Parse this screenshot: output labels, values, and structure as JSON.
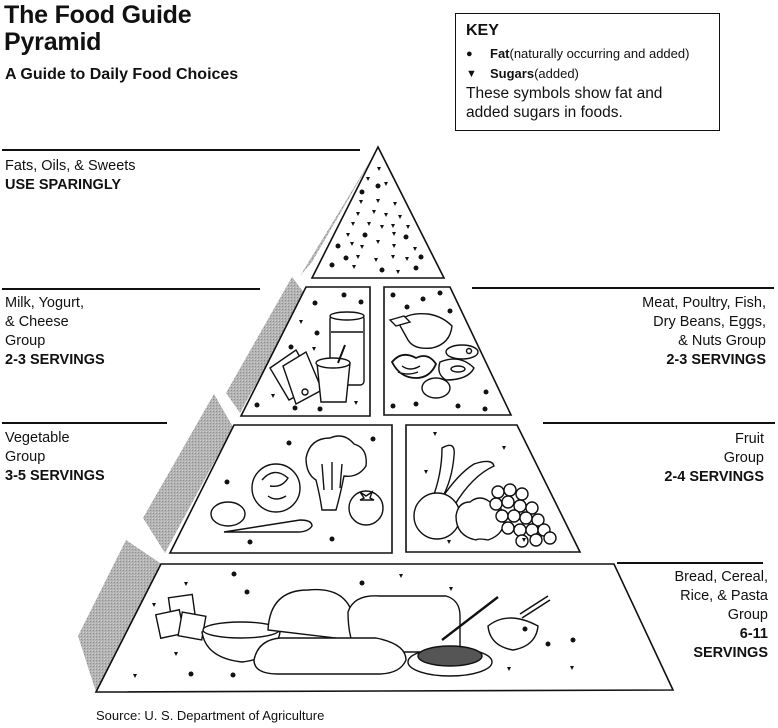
{
  "header": {
    "title_line1": "The Food Guide",
    "title_line2": "Pyramid",
    "subtitle": "A Guide to Daily Food Choices"
  },
  "key": {
    "title": "KEY",
    "items": [
      {
        "symbol": "fat-dot-icon",
        "glyph": "●",
        "bold": "Fat",
        "text": " (naturally occurring and added)"
      },
      {
        "symbol": "sugar-triangle-icon",
        "glyph": "▼",
        "bold": "Sugars",
        "text": " (added)"
      }
    ],
    "note_line1": "These symbols show fat and",
    "note_line2": "added sugars in foods."
  },
  "groups": {
    "fats": {
      "line1": "Fats, Oils, & Sweets",
      "servings": "USE SPARINGLY"
    },
    "milk": {
      "line1": "Milk, Yogurt,",
      "line2": "& Cheese",
      "line3": "Group",
      "servings": "2-3 SERVINGS"
    },
    "meat": {
      "line1": "Meat, Poultry, Fish,",
      "line2": "Dry Beans, Eggs,",
      "line3": "& Nuts Group",
      "servings": "2-3 SERVINGS"
    },
    "vegetable": {
      "line1": "Vegetable",
      "line2": "Group",
      "servings": "3-5 SERVINGS"
    },
    "fruit": {
      "line1": "Fruit",
      "line2": "Group",
      "servings": "2-4 SERVINGS"
    },
    "bread": {
      "line1": "Bread, Cereal,",
      "line2": "Rice, & Pasta",
      "line3": "Group",
      "servings1": "6-11",
      "servings2": "SERVINGS"
    }
  },
  "source": "Source:  U. S. Department of Agriculture",
  "colors": {
    "ink": "#111111",
    "shade": "#a9a9a9",
    "paper": "#ffffff"
  }
}
